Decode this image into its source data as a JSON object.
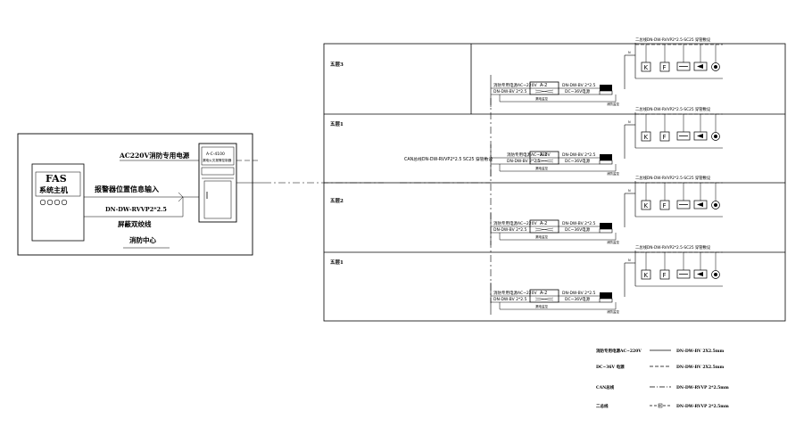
{
  "control_room": {
    "fas_title": "FAS",
    "fas_subtitle": "系统主机",
    "ac_label": "AC220V消防专用电源",
    "alarm_label": "报警器位置信息输入",
    "cable_label": "DN-DW-RVVP2*2.5",
    "twisted_label": "屏蔽双绞线",
    "room_label": "消防中心",
    "panel_line1": "A-C-4100",
    "panel_line2": "漏电火灾报警控制器"
  },
  "bus_label": "CAN总线DN-DW-RVVP2*2.5 SC25 穿管敷设",
  "floors": [
    {
      "label": "五层3"
    },
    {
      "label": "五层1"
    },
    {
      "label": "五层2"
    },
    {
      "label": "五层1"
    }
  ],
  "floor_block": {
    "power_left_1": "消防专用电源AC~220V",
    "power_left_2": "DN-DW-BV 2*2.5",
    "module_label": "A-2",
    "module_note": "漏电监控",
    "dc_right_1": "DN-DW-BV 2*2.5",
    "dc_right_2": "DC~36V电源",
    "small_label": "消防监控",
    "top_cable": "二总线DN-DW-RVVP2*2.5-SC25 穿管敷设",
    "node_mark": "N"
  },
  "legend": [
    {
      "label": "消防专用电源AC~220V",
      "code": "DN-DW-BV 2X2.5mm"
    },
    {
      "label": "DC~36V 电源",
      "code": "DN-DW-BV 2X2.5mm"
    },
    {
      "label": "CAN总线",
      "code": "DN-DW-RVVP 2*2.5mm"
    },
    {
      "label": "二总线",
      "code": "DN-DW-RVVP 2*2.5mm"
    }
  ]
}
